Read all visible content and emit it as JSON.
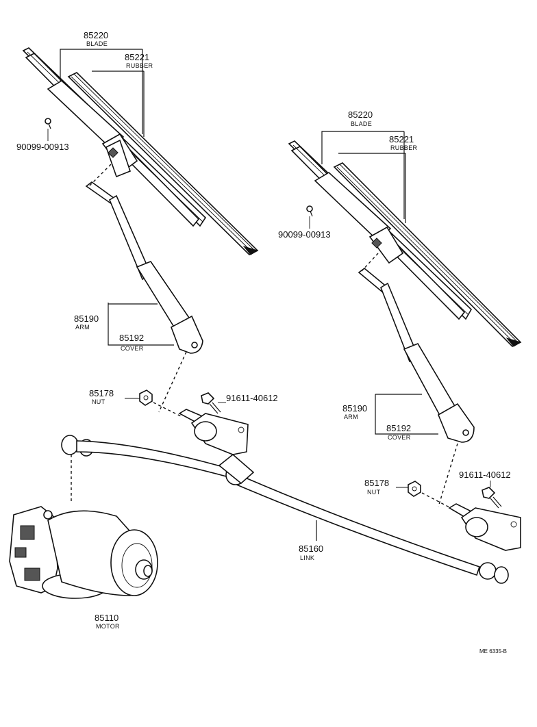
{
  "callouts": {
    "blade_left": {
      "number": "85220",
      "name": "BLADE"
    },
    "rubber_left": {
      "number": "85221",
      "name": "RUBBER"
    },
    "screw_left": {
      "number": "90099-00913"
    },
    "arm_left": {
      "number": "85190",
      "name": "ARM"
    },
    "cover_left": {
      "number": "85192",
      "name": "COVER"
    },
    "nut_left": {
      "number": "85178",
      "name": "NUT"
    },
    "bolt_left": {
      "number": "91611-40612"
    },
    "blade_right": {
      "number": "85220",
      "name": "BLADE"
    },
    "rubber_right": {
      "number": "85221",
      "name": "RUBBER"
    },
    "screw_right": {
      "number": "90099-00913"
    },
    "arm_right": {
      "number": "85190",
      "name": "ARM"
    },
    "cover_right": {
      "number": "85192",
      "name": "COVER"
    },
    "nut_right": {
      "number": "85178",
      "name": "NUT"
    },
    "bolt_right": {
      "number": "91611-40612"
    },
    "link": {
      "number": "85160",
      "name": "LINK"
    },
    "motor": {
      "number": "85110",
      "name": "MOTOR"
    }
  },
  "figure_code": "ME 6335-B"
}
